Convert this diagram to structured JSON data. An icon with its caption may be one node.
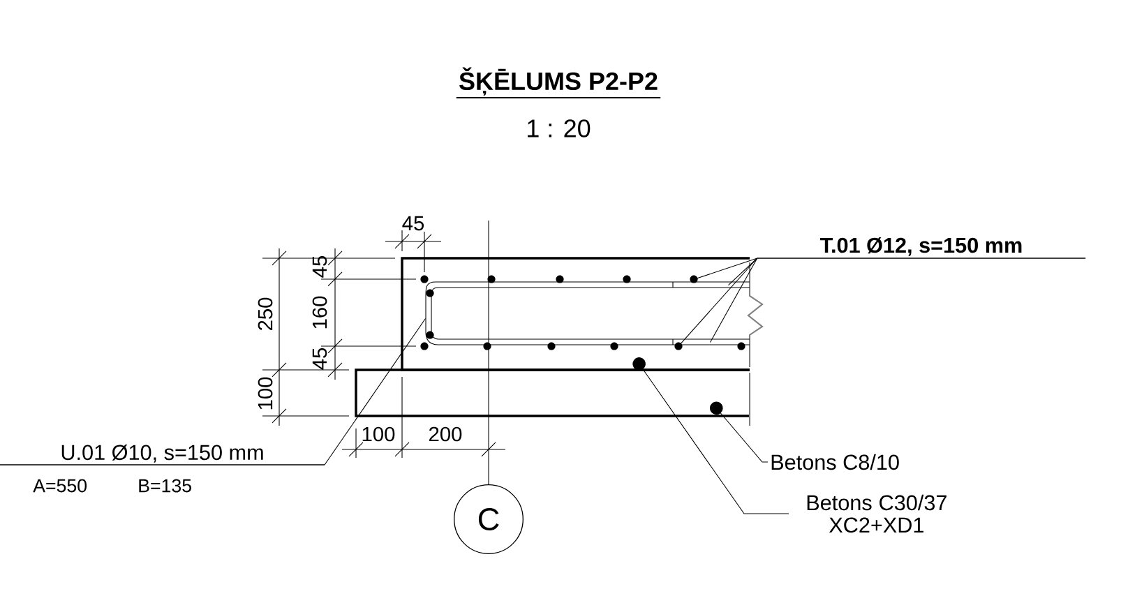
{
  "diagram": {
    "title": "ŠĶĒLUMS P2-P2",
    "nodes": [
      {
        "text": [
          "T.01 Ø12, s=150 mm"
        ]
      },
      {
        "text": [
          "U.01 Ø10, s=150 mm"
        ],
        "beside": [
          "A=550",
          "B=135"
        ]
      },
      {
        "text": [
          "Betons C8/10"
        ]
      },
      {
        "text": [
          "Betons C30/37 XC2+XD1"
        ]
      },
      {
        "text": [
          "C"
        ]
      },
      {
        "text": [],
        "shape": "box"
      },
      {
        "text": [],
        "shape": "box"
      },
      {
        "text": [],
        "shape": "bar",
        "in": 5
      },
      {
        "text": [],
        "shape": "bar",
        "in": 5
      },
      {
        "text": [],
        "shape": "bar",
        "in": 5
      }
    ],
    "edges": [
      {
        "from": 0,
        "to": 7,
        "arrow": "none"
      },
      {
        "from": 0,
        "to": 7,
        "arrow": "none"
      },
      {
        "from": 0,
        "to": 8,
        "arrow": "none"
      },
      {
        "from": 0,
        "to": 8,
        "arrow": "none"
      },
      {
        "from": 1,
        "to": 9,
        "arrow": "none"
      },
      {
        "from": 2,
        "to": 6,
        "arrow": "other"
      },
      {
        "from": 3,
        "to": 5,
        "arrow": "other"
      }
    ],
    "labels": [
      "1 : 20",
      "45",
      "250",
      "45",
      "160",
      "45",
      "100",
      "100",
      "200"
    ]
  }
}
